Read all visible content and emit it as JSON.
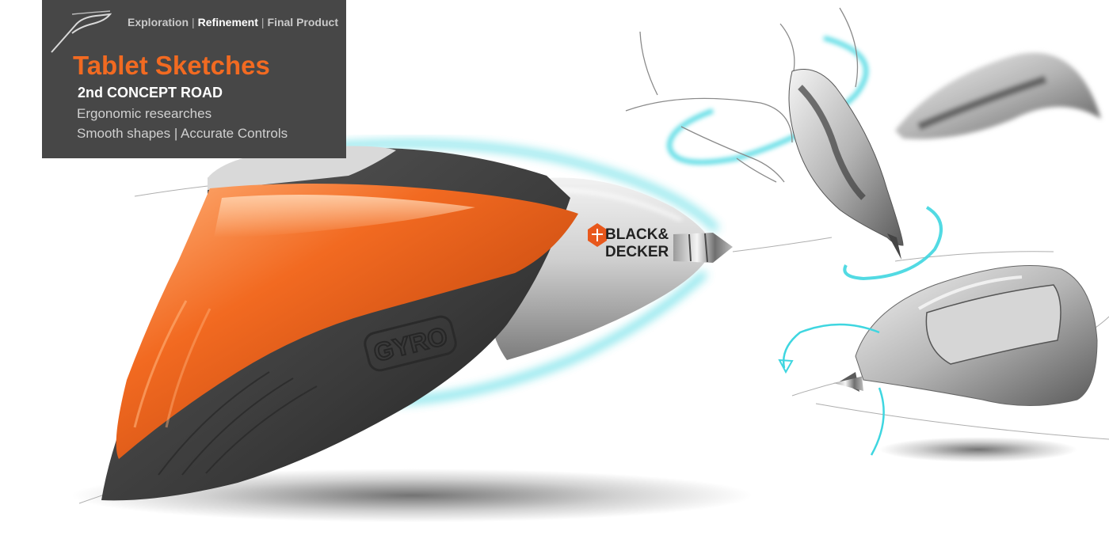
{
  "header": {
    "nav": [
      {
        "label": "Exploration",
        "current": false
      },
      {
        "label": "Refinement",
        "current": true
      },
      {
        "label": "Final Product",
        "current": false
      }
    ],
    "separator": "|",
    "title": "Tablet Sketches",
    "subtitle": "2nd CONCEPT ROAD",
    "lines": [
      "Ergonomic researches",
      "Smooth shapes | Accurate Controls"
    ]
  },
  "product": {
    "brand_line1": "BLACK&",
    "brand_line2": "DECKER",
    "model_badge": "GYRO"
  },
  "colors": {
    "panel_bg": "#474747",
    "accent_orange": "#f26a21",
    "body_dark": "#3d3d3d",
    "highlight_cyan": "#3fd6e0",
    "metal": "#c9c9c9"
  },
  "icons": [
    "pen-stroke-logo-icon",
    "black-decker-hexagon-icon",
    "rotation-arrow-icon"
  ]
}
